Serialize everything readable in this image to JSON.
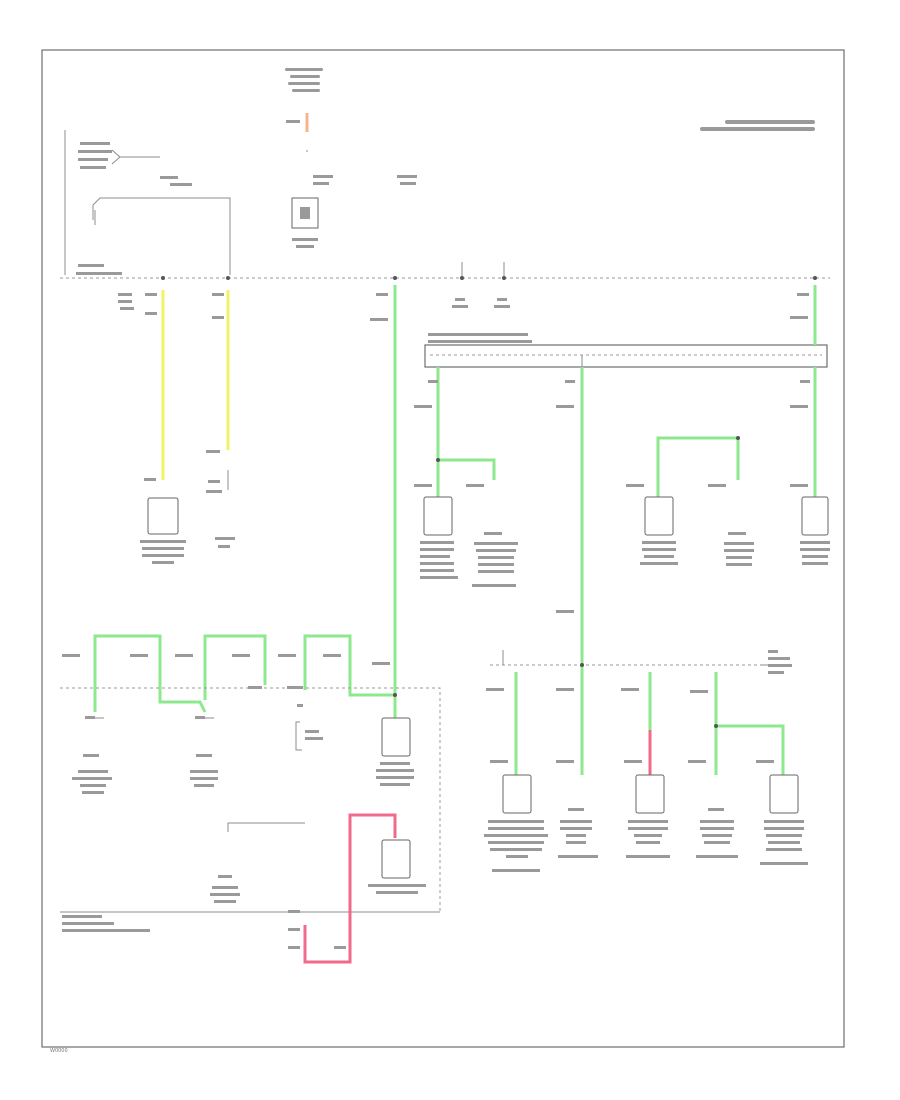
{
  "page_code": "W0000",
  "colors": {
    "yellow_wire": "#f2f266",
    "green_wire": "#8ee88e",
    "red_wire": "#f06a8a",
    "orange_wire": "#f6b48a",
    "frame": "#6e6e6e"
  },
  "components": [
    {
      "id": "upper-left-module"
    },
    {
      "id": "switch-upper"
    },
    {
      "id": "left-connector"
    },
    {
      "id": "center-module-a"
    },
    {
      "id": "right-module-a"
    },
    {
      "id": "right-module-b"
    },
    {
      "id": "center-lower-module"
    },
    {
      "id": "lower-left-module"
    },
    {
      "id": "bottom-module-1"
    },
    {
      "id": "bottom-module-2"
    },
    {
      "id": "bottom-module-3"
    },
    {
      "id": "bottom-module-4"
    }
  ]
}
